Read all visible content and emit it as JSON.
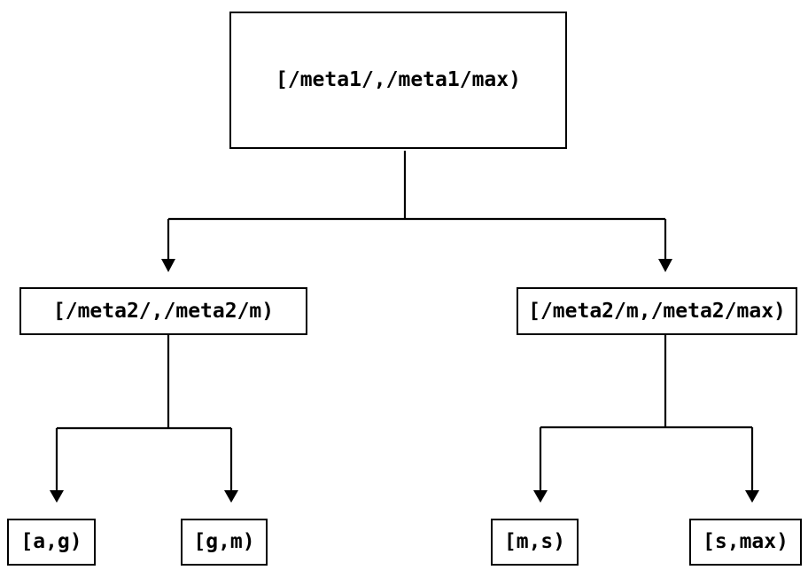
{
  "diagram": {
    "type": "tree",
    "colors": {
      "background": "#ffffff",
      "line": "#000000",
      "text": "#000000",
      "node_fill": "#ffffff"
    },
    "nodes": {
      "root": {
        "label": "[/meta1/,/meta1/max)"
      },
      "mid_left": {
        "label": "[/meta2/,/meta2/m)"
      },
      "mid_right": {
        "label": "[/meta2/m,/meta2/max)"
      },
      "leaf_a_g": {
        "label": "[a,g)"
      },
      "leaf_g_m": {
        "label": "[g,m)"
      },
      "leaf_m_s": {
        "label": "[m,s)"
      },
      "leaf_s_max": {
        "label": "[s,max)"
      }
    },
    "edges": [
      {
        "from": "root",
        "to": "mid_left"
      },
      {
        "from": "root",
        "to": "mid_right"
      },
      {
        "from": "mid_left",
        "to": "leaf_a_g"
      },
      {
        "from": "mid_left",
        "to": "leaf_g_m"
      },
      {
        "from": "mid_right",
        "to": "leaf_m_s"
      },
      {
        "from": "mid_right",
        "to": "leaf_s_max"
      }
    ]
  }
}
